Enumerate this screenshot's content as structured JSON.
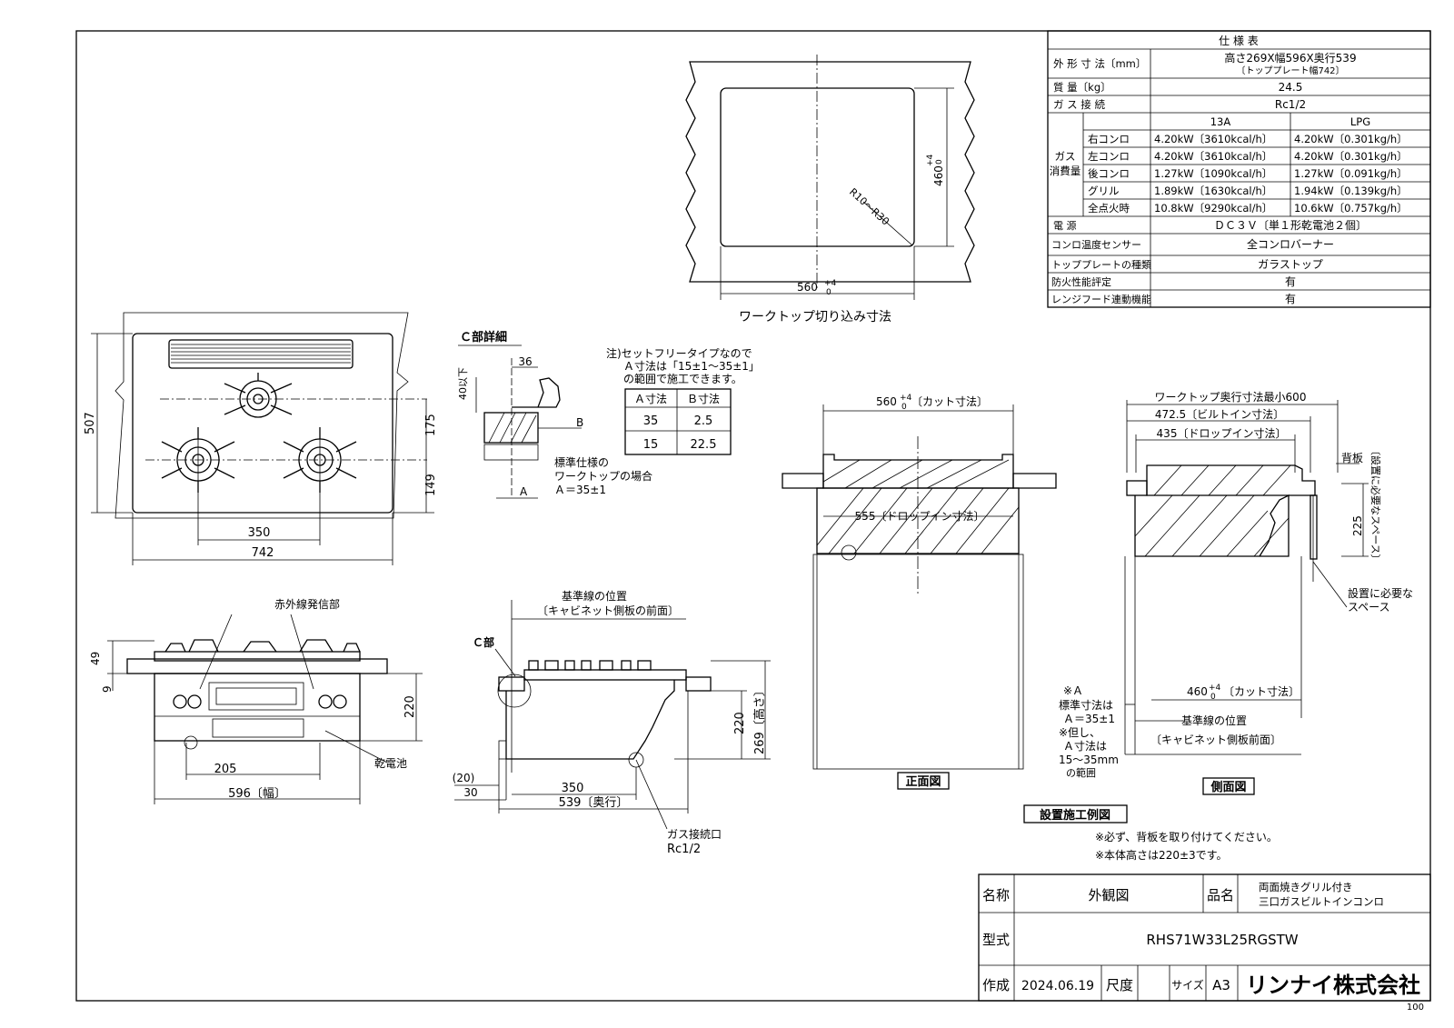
{
  "spec": {
    "title": "仕 様 表",
    "rows": [
      {
        "label": "外 形 寸 法〔mm〕",
        "value": "高さ269X幅596X奥行539",
        "sub": "〔トッププレート幅742〕"
      },
      {
        "label": "質 量〔kg〕",
        "value": "24.5"
      },
      {
        "label": "ガ ス 接 続",
        "value": "Rc1/2"
      }
    ],
    "gas_header": {
      "col1": "13A",
      "col2": "LPG"
    },
    "gas_group_label": "ガス\n消費量",
    "gas_rows": [
      {
        "label": "右コンロ",
        "a": "4.20kW〔3610kcal/h〕",
        "b": "4.20kW〔0.301kg/h〕"
      },
      {
        "label": "左コンロ",
        "a": "4.20kW〔3610kcal/h〕",
        "b": "4.20kW〔0.301kg/h〕"
      },
      {
        "label": "後コンロ",
        "a": "1.27kW〔1090kcal/h〕",
        "b": "1.27kW〔0.091kg/h〕"
      },
      {
        "label": "グリル",
        "a": "1.89kW〔1630kcal/h〕",
        "b": "1.94kW〔0.139kg/h〕"
      },
      {
        "label": "全点火時",
        "a": "10.8kW〔9290kcal/h〕",
        "b": "10.6kW〔0.757kg/h〕"
      }
    ],
    "rows2": [
      {
        "label": "電 源",
        "value": "ＤＣ３Ｖ〔単１形乾電池２個〕"
      },
      {
        "label": "コンロ温度センサー",
        "value": "全コンロバーナー"
      },
      {
        "label": "トッププレートの種類",
        "value": "ガラストップ"
      },
      {
        "label": "防火性能評定",
        "value": "有"
      },
      {
        "label": "レンジフード連動機能",
        "value": "有"
      }
    ]
  },
  "cutout": {
    "caption": "ワークトップ切り込み寸法",
    "width": "560",
    "depth": "460",
    "tol": "+4",
    "tol0": "0",
    "radius": "R10～R30"
  },
  "top_view": {
    "d507": "507",
    "d175": "175",
    "d149": "149",
    "d350": "350",
    "d742": "742"
  },
  "detail_c": {
    "title": "Ｃ部詳細",
    "d36": "36",
    "d40": "40以下",
    "B": "B",
    "A": "A",
    "note1": "標準仕様の",
    "note2": "ワークトップの場合",
    "note3": "Ａ＝35±1"
  },
  "note_table": {
    "n1": "注)セットフリータイプなので",
    "n2": "Ａ寸法は「15±1～35±1」",
    "n3": "の範囲で施工できます。",
    "head": [
      "Ａ寸法",
      "Ｂ寸法"
    ],
    "rows": [
      [
        "35",
        "2.5"
      ],
      [
        "15",
        "22.5"
      ]
    ]
  },
  "front_view": {
    "ir": "赤外線発信部",
    "d49": "49",
    "d9": "9",
    "d220": "220",
    "d205": "205",
    "d596": "596〔幅〕",
    "battery": "乾電池"
  },
  "side_view": {
    "base1": "基準線の位置",
    "base2": "〔キャビネット側板の前面〕",
    "c_part": "Ｃ部",
    "d220": "220",
    "d269": "269〔高さ〕",
    "d20": "(20)",
    "d30": "30",
    "d350": "350",
    "d539": "539〔奥行〕",
    "gas1": "ガス接続口",
    "gas2": "Rc1/2"
  },
  "install_front": {
    "dim": "560",
    "cut": "〔カット寸法〕",
    "drop": "555〔ドロップイン寸法〕",
    "label": "正面図"
  },
  "install_side": {
    "min": "ワークトップ奥行寸法最小600",
    "builtin": "472.5〔ビルトイン寸法〕",
    "dropin": "435〔ドロップイン寸法〕",
    "back": "背板",
    "space_v": "〔設置に必要なスペース〕",
    "d225": "225",
    "space1": "設置に必要な",
    "space2": "スペース",
    "cut": "460",
    "cut_l": "〔カット寸法〕",
    "a": "※Ａ",
    "std1": "標準寸法は",
    "std2": "Ａ＝35±1",
    "std3": "※但し、",
    "std4": "Ａ寸法は",
    "std5": "15～35mm",
    "std6": "の範囲",
    "base1": "基準線の位置",
    "base2": "〔キャビネット側板前面〕",
    "label": "側面図"
  },
  "install_title": "設置施工例図",
  "notes": [
    "※必ず、背板を取り付けてください。",
    "※本体高さは220±3です。"
  ],
  "title_block": {
    "name_l": "名称",
    "name": "外観図",
    "prod_l": "品名",
    "prod1": "両面焼きグリル付き",
    "prod2": "三口ガスビルトインコンロ",
    "model_l": "型式",
    "model": "RHS71W33L25RGSTW",
    "date_l": "作成",
    "date": "2024.06.19",
    "scale_l": "尺度",
    "size_l": "サイズ",
    "size": "A3",
    "company": "リンナイ株式会社"
  },
  "corner": "100"
}
